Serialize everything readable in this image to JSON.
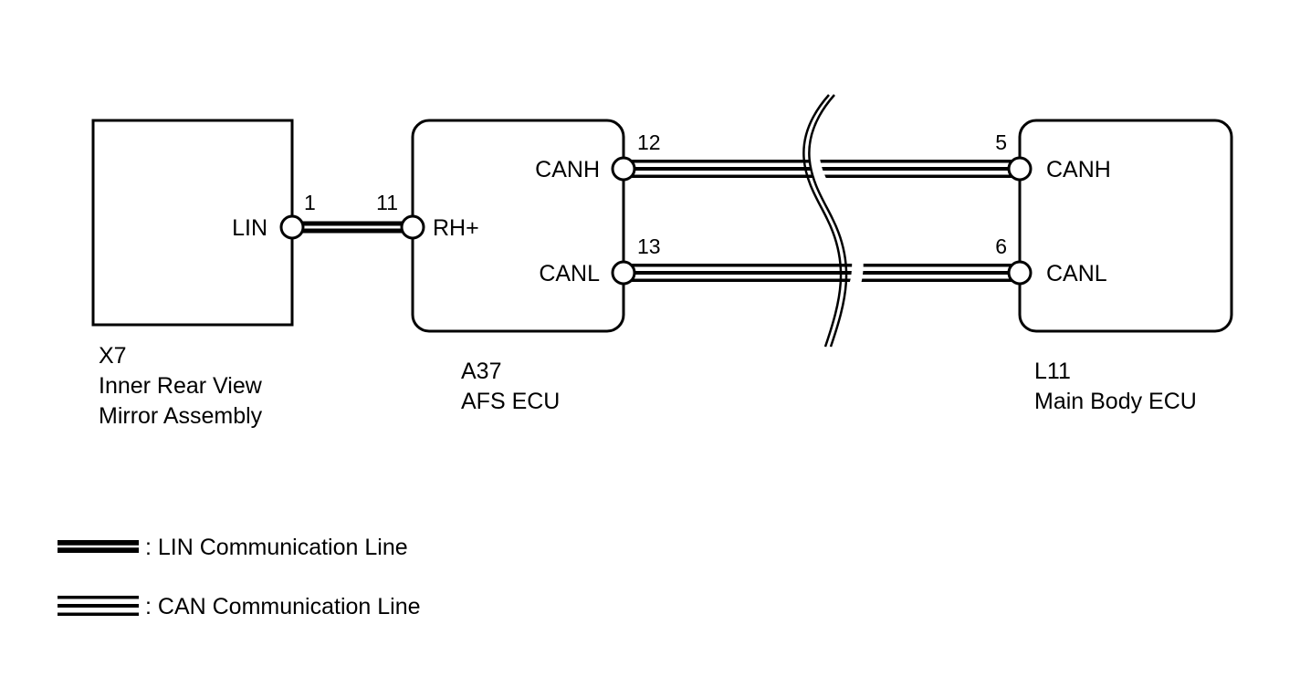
{
  "components": [
    {
      "code": "X7",
      "name_lines": [
        "Inner Rear View",
        "Mirror Assembly"
      ],
      "terminals": [
        {
          "pin": "1",
          "signal": "LIN"
        }
      ]
    },
    {
      "code": "A37",
      "name_lines": [
        "AFS ECU"
      ],
      "terminals": [
        {
          "pin": "11",
          "signal": "RH+"
        },
        {
          "pin": "12",
          "signal": "CANH"
        },
        {
          "pin": "13",
          "signal": "CANL"
        }
      ]
    },
    {
      "code": "L11",
      "name_lines": [
        "Main Body ECU"
      ],
      "terminals": [
        {
          "pin": "5",
          "signal": "CANH"
        },
        {
          "pin": "6",
          "signal": "CANL"
        }
      ]
    }
  ],
  "connections": [
    {
      "from": "X7-1",
      "to": "A37-11",
      "line_type": "LIN"
    },
    {
      "from": "A37-12",
      "to": "L11-5",
      "line_type": "CAN"
    },
    {
      "from": "A37-13",
      "to": "L11-6",
      "line_type": "CAN"
    }
  ],
  "legend": [
    {
      "line_type": "LIN",
      "label": ": LIN Communication Line"
    },
    {
      "line_type": "CAN",
      "label": ": CAN Communication Line"
    }
  ],
  "colors": {
    "line": "#000000",
    "background": "#ffffff"
  }
}
